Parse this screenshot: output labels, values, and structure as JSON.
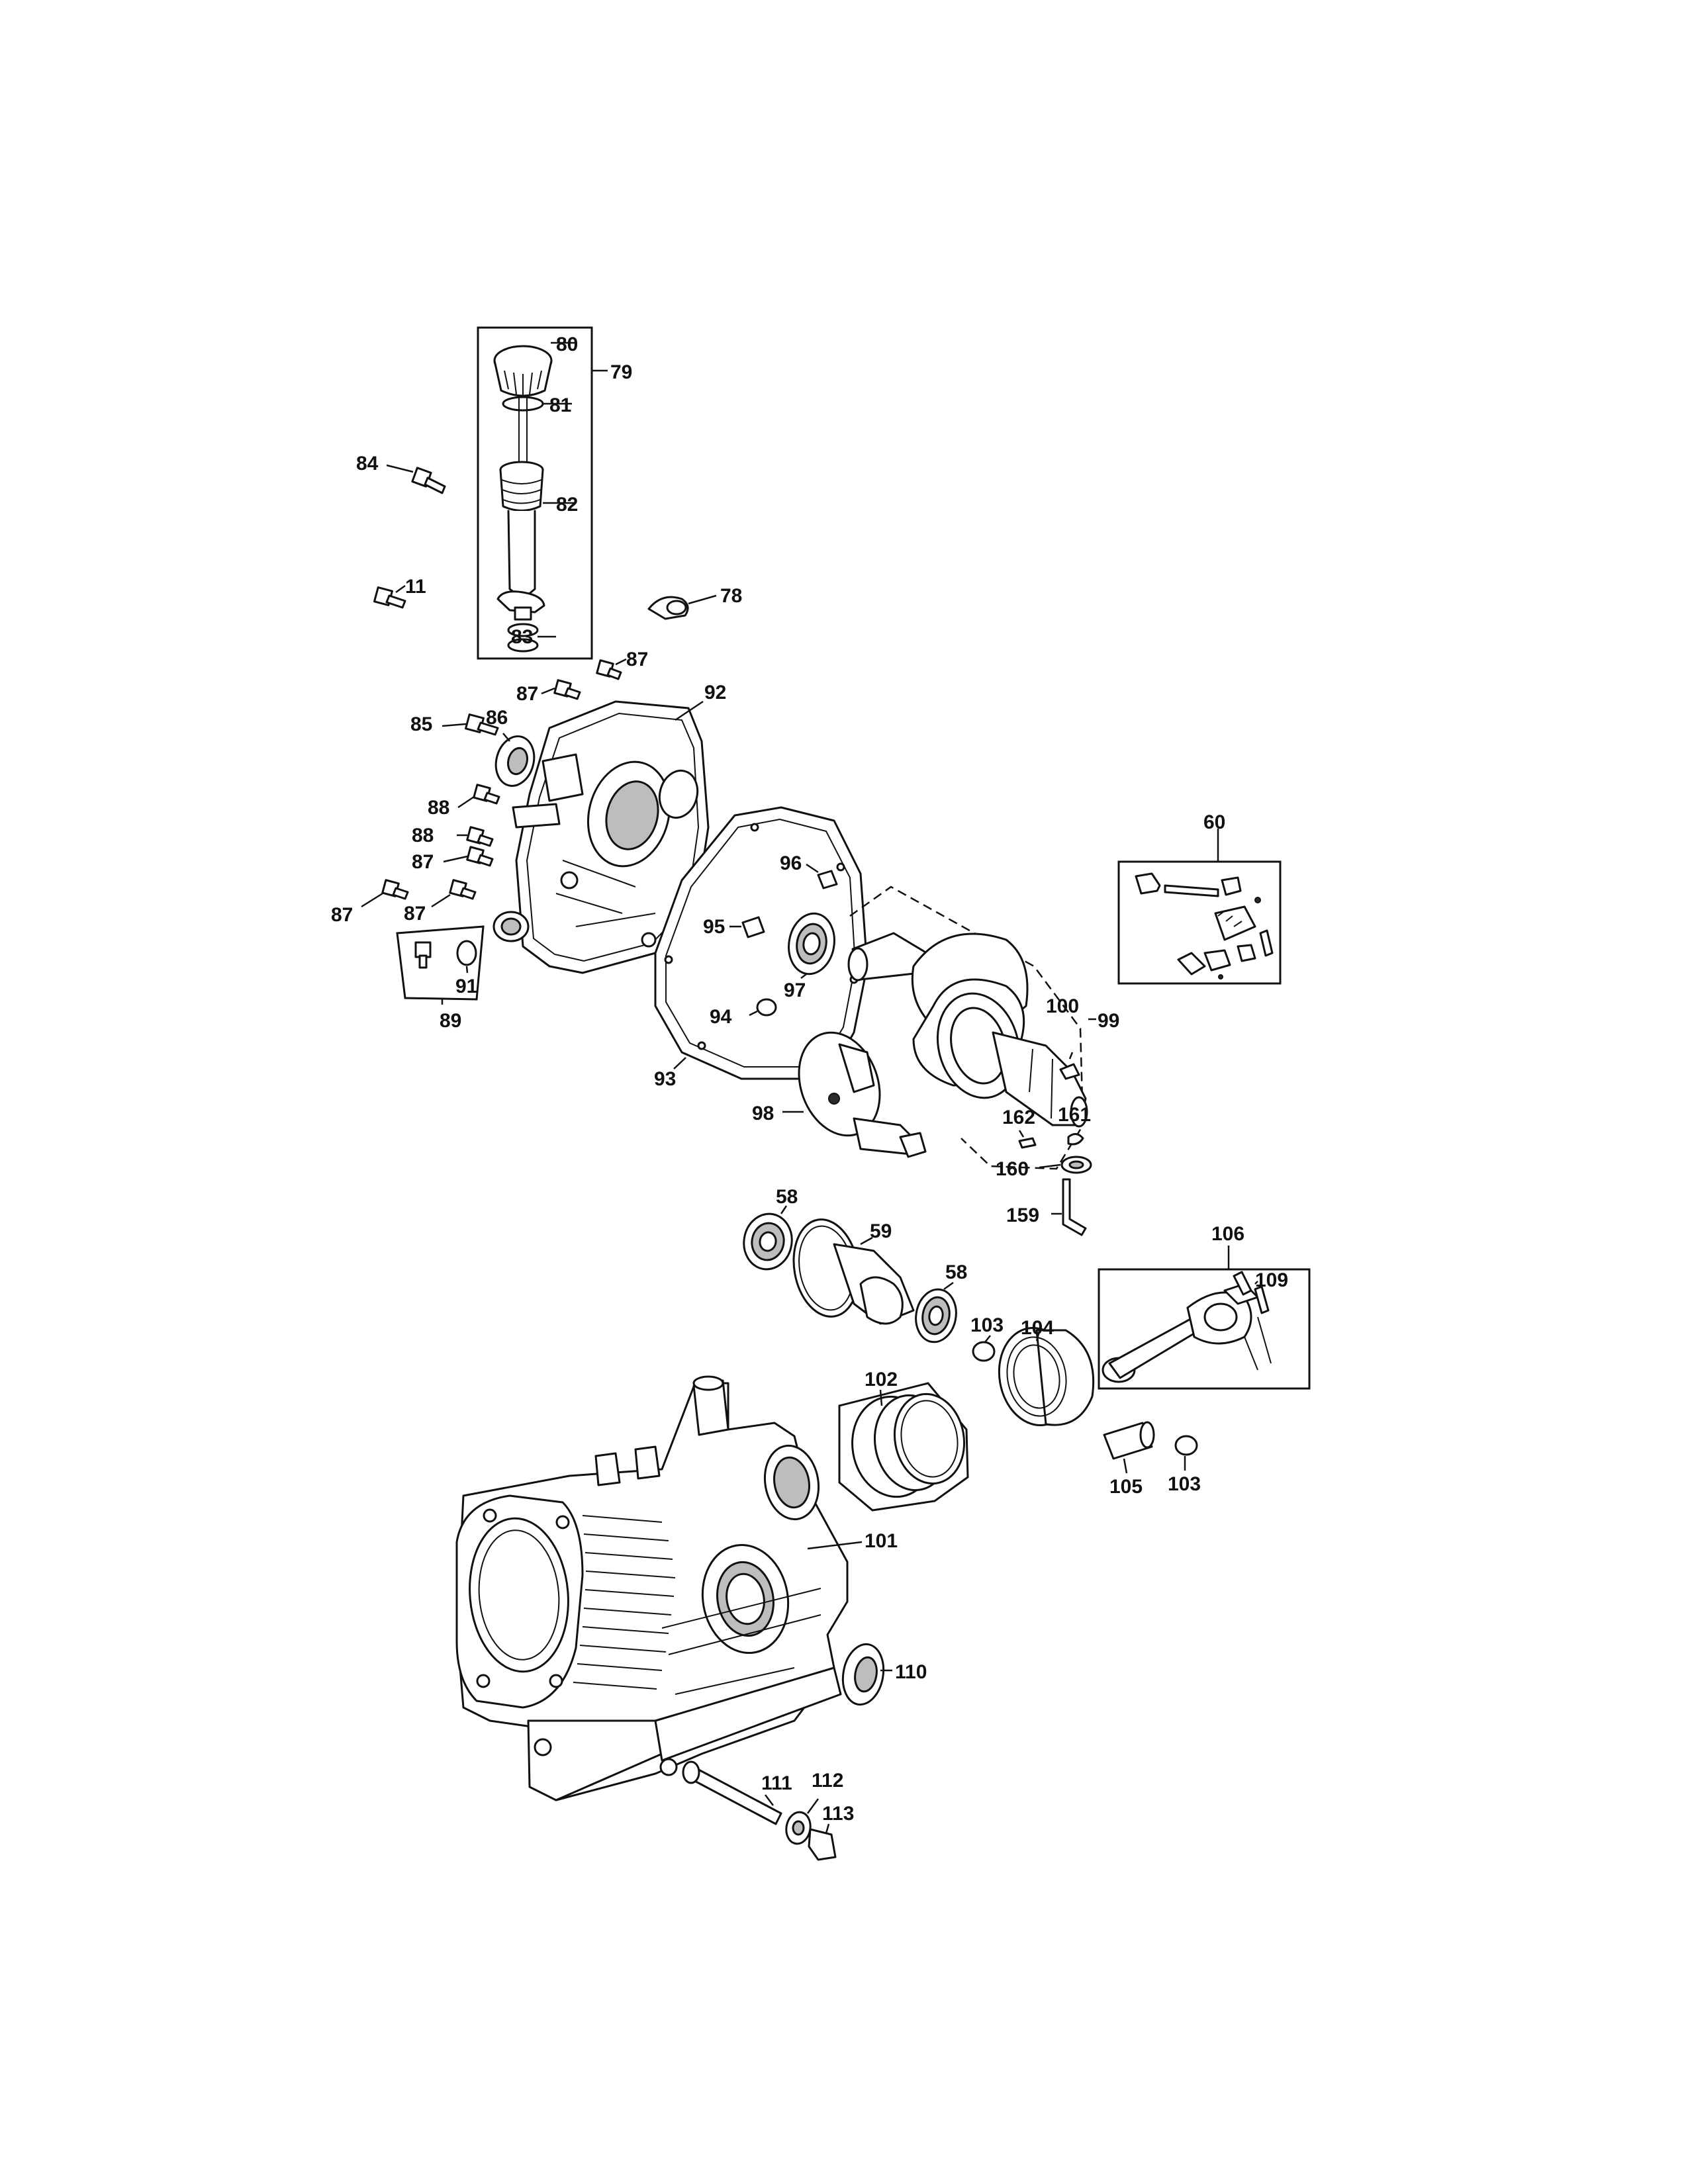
{
  "callouts": [
    {
      "id": "80",
      "text": "80"
    },
    {
      "id": "79",
      "text": "79"
    },
    {
      "id": "81",
      "text": "81"
    },
    {
      "id": "84",
      "text": "84"
    },
    {
      "id": "82",
      "text": "82"
    },
    {
      "id": "11",
      "text": "11"
    },
    {
      "id": "78",
      "text": "78"
    },
    {
      "id": "83",
      "text": "83"
    },
    {
      "id": "87a",
      "text": "87"
    },
    {
      "id": "87b",
      "text": "87"
    },
    {
      "id": "92",
      "text": "92"
    },
    {
      "id": "85",
      "text": "85"
    },
    {
      "id": "86",
      "text": "86"
    },
    {
      "id": "88a",
      "text": "88"
    },
    {
      "id": "88b",
      "text": "88"
    },
    {
      "id": "87c",
      "text": "87"
    },
    {
      "id": "87d",
      "text": "87"
    },
    {
      "id": "87e",
      "text": "87"
    },
    {
      "id": "91",
      "text": "91"
    },
    {
      "id": "89",
      "text": "89"
    },
    {
      "id": "96",
      "text": "96"
    },
    {
      "id": "60",
      "text": "60"
    },
    {
      "id": "95",
      "text": "95"
    },
    {
      "id": "97",
      "text": "97"
    },
    {
      "id": "94",
      "text": "94"
    },
    {
      "id": "100",
      "text": "100"
    },
    {
      "id": "99",
      "text": "99"
    },
    {
      "id": "93",
      "text": "93"
    },
    {
      "id": "98",
      "text": "98"
    },
    {
      "id": "162",
      "text": "162"
    },
    {
      "id": "161",
      "text": "161"
    },
    {
      "id": "160",
      "text": "160"
    },
    {
      "id": "159",
      "text": "159"
    },
    {
      "id": "58a",
      "text": "58"
    },
    {
      "id": "59",
      "text": "59"
    },
    {
      "id": "58b",
      "text": "58"
    },
    {
      "id": "106",
      "text": "106"
    },
    {
      "id": "109",
      "text": "109"
    },
    {
      "id": "103a",
      "text": "103"
    },
    {
      "id": "104",
      "text": "104"
    },
    {
      "id": "102",
      "text": "102"
    },
    {
      "id": "105",
      "text": "105"
    },
    {
      "id": "103b",
      "text": "103"
    },
    {
      "id": "101",
      "text": "101"
    },
    {
      "id": "110",
      "text": "110"
    },
    {
      "id": "111",
      "text": "111"
    },
    {
      "id": "112",
      "text": "112"
    },
    {
      "id": "113",
      "text": "113"
    }
  ]
}
